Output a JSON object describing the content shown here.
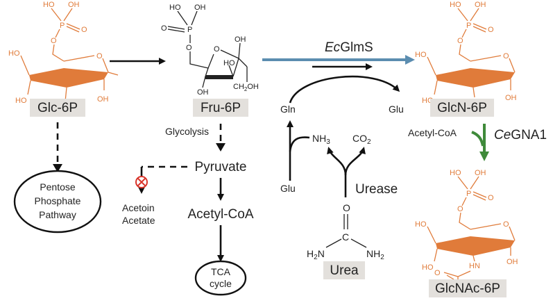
{
  "metabolites": {
    "glc6p": "Glc-6P",
    "fru6p": "Fru-6P",
    "glcn6p": "GlcN-6P",
    "glcnac6p": "GlcNAc-6P",
    "urea": "Urea"
  },
  "pathway_nodes": {
    "pentose_1": "Pentose",
    "pentose_2": "Phosphate",
    "pentose_3": "Pathway",
    "tca_1": "TCA",
    "tca_2": "cycle",
    "pyruvate": "Pyruvate",
    "acetyl_coa": "Acetyl-CoA",
    "acetoin": "Acetoin",
    "acetate": "Acetate",
    "glycolysis": "Glycolysis"
  },
  "cofactors": {
    "gln": "Gln",
    "glu_out": "Glu",
    "glu_in": "Glu",
    "nh3": "NH",
    "nh3_sub": "3",
    "co2": "CO",
    "co2_sub": "2",
    "acetyl_coa_donor": "Acetyl-CoA"
  },
  "enzymes": {
    "glms_prefix": "Ec",
    "glms_name": "GlmS",
    "gna1_prefix": "Ce",
    "gna1_name": "GNA1",
    "urease": "Urease"
  },
  "structure_atoms": {
    "ho": "HO",
    "oh": "OH",
    "p": "P",
    "o": "O",
    "ch2oh": "CH",
    "ch2oh_sub": "2",
    "ch2oh_end": "OH",
    "nh2": "NH",
    "nh2_sub": "2",
    "hn": "HN",
    "urea_c": "C",
    "h2n_h": "H",
    "h2n_sub": "2",
    "h2n_n": "N"
  },
  "colors": {
    "sugar_orange": "#e07b3a",
    "glms_arrow_blue": "#5b8db0",
    "gna1_arrow_green": "#3f8a3a",
    "inhibit_red": "#d9352b",
    "label_box": "#e3e0dc"
  }
}
